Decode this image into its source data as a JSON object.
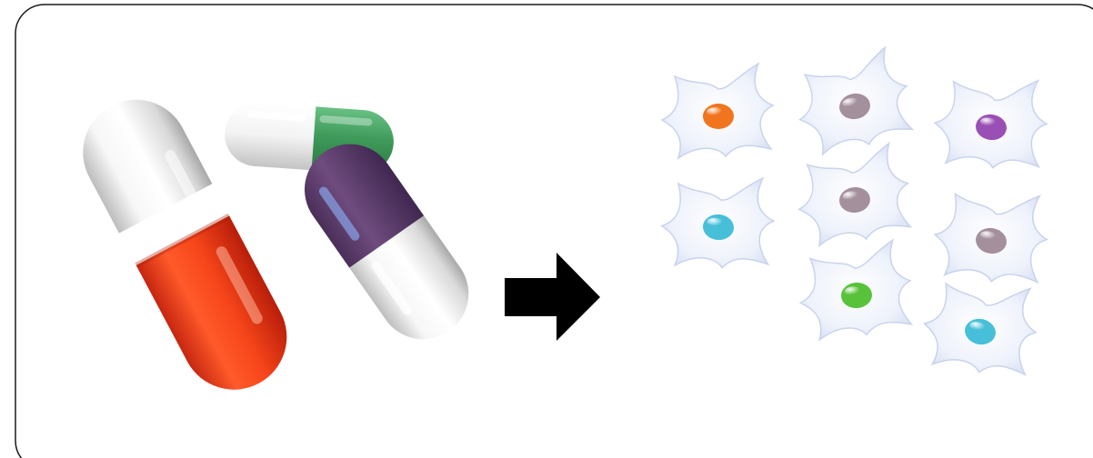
{
  "diagram": {
    "background": "#ffffff",
    "frame_stroke": "#1a1a1a",
    "arrow_color": "#000000",
    "capsules": [
      {
        "name": "capsule-red-white",
        "cap_color": "#f04a20",
        "body_color": "#f2f2f2"
      },
      {
        "name": "capsule-green-white",
        "cap_color": "#3f9a5a",
        "body_color": "#f2f2f2"
      },
      {
        "name": "capsule-purple-white",
        "cap_color": "#6a4778",
        "body_color": "#f2f2f2"
      }
    ],
    "cells": [
      {
        "name": "cell-orange-nucleus",
        "nucleus_color": "#f0751e"
      },
      {
        "name": "cell-mauve-nucleus-top",
        "nucleus_color": "#a48f9c"
      },
      {
        "name": "cell-purple-nucleus",
        "nucleus_color": "#9a4fb5"
      },
      {
        "name": "cell-cyan-nucleus-left",
        "nucleus_color": "#47bfd8"
      },
      {
        "name": "cell-mauve-nucleus-middle",
        "nucleus_color": "#a48f9c"
      },
      {
        "name": "cell-mauve-nucleus-right",
        "nucleus_color": "#a48f9c"
      },
      {
        "name": "cell-green-nucleus",
        "nucleus_color": "#58c23a"
      },
      {
        "name": "cell-cyan-nucleus-bottom",
        "nucleus_color": "#47bfd8"
      }
    ],
    "cell_membrane_color": "#e9eef9",
    "cell_outline_color": "#c9d3ec"
  }
}
